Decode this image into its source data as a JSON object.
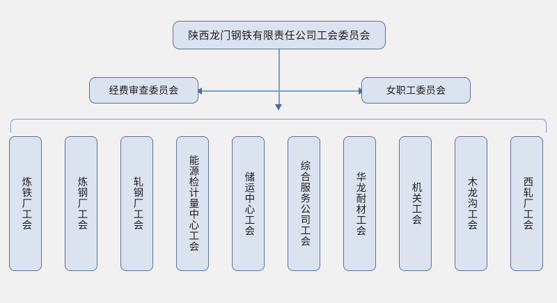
{
  "diagram": {
    "type": "organization-chart",
    "background_color": "#f1f1f1",
    "node_fill_color": "#dce3f0",
    "node_border_color": "#5c6f9e",
    "connector_color": "#7f9cc4",
    "arrow_color": "#4a6ea9",
    "text_color": "#1d1d1f"
  },
  "root": {
    "label": "陕西龙门钢铁有限责任公司工会委员会"
  },
  "committees": [
    {
      "label": "经费审查委员会",
      "position": "left"
    },
    {
      "label": "女职工委员会",
      "position": "right"
    }
  ],
  "units": [
    {
      "label": "炼铁厂工会"
    },
    {
      "label": "炼钢厂工会"
    },
    {
      "label": "轧钢厂工会"
    },
    {
      "label": "能源检计量中心工会"
    },
    {
      "label": "储运中心工会"
    },
    {
      "label": "综合服务公司工会"
    },
    {
      "label": "华龙耐材工会"
    },
    {
      "label": "机关工会"
    },
    {
      "label": "木龙沟工会"
    },
    {
      "label": "西轧厂工会"
    }
  ]
}
